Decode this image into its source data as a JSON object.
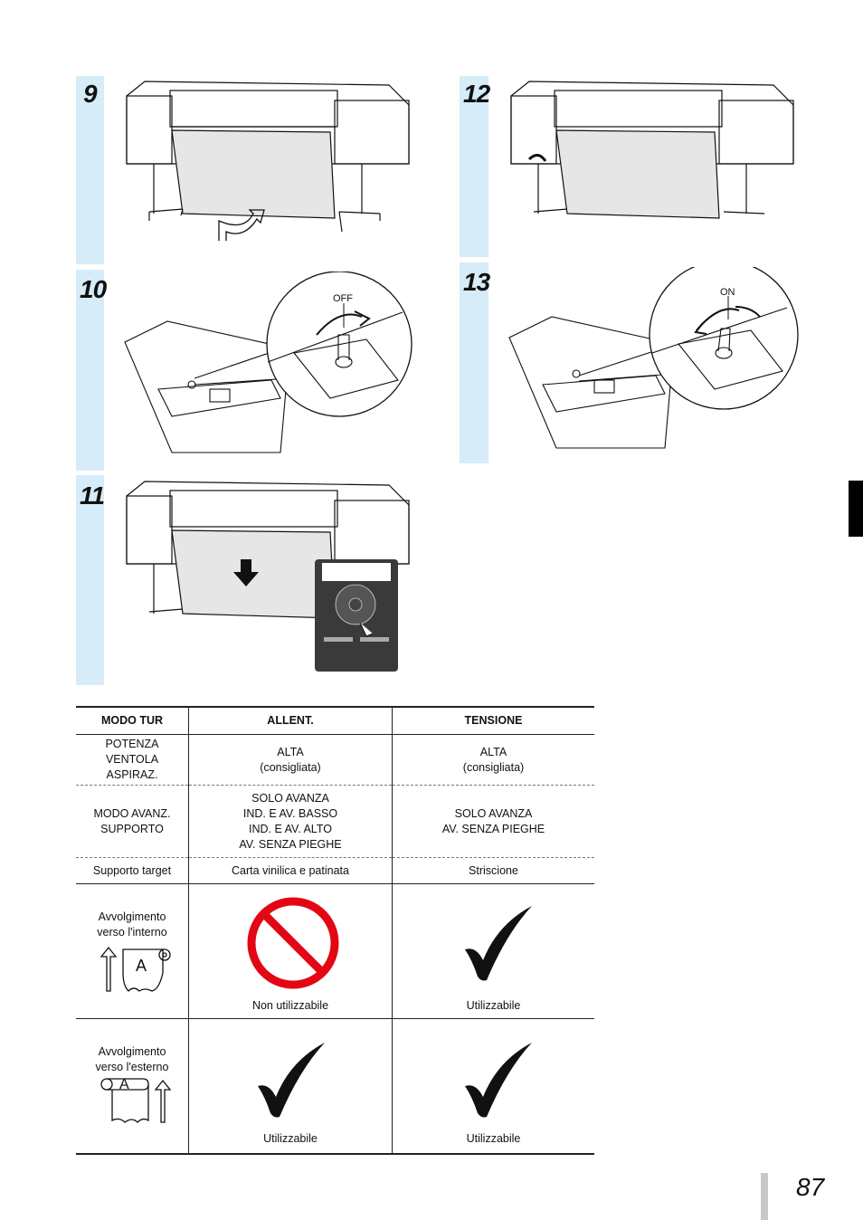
{
  "steps": [
    {
      "num": "9"
    },
    {
      "num": "10",
      "switch_label": "OFF"
    },
    {
      "num": "11"
    },
    {
      "num": "12"
    },
    {
      "num": "13",
      "switch_label": "ON"
    }
  ],
  "table": {
    "headers": [
      "MODO TUR",
      "ALLENT.",
      "TENSIONE"
    ],
    "rows": [
      {
        "label": [
          "POTENZA VENTOLA",
          "ASPIRAZ."
        ],
        "allent": [
          "ALTA",
          "(consigliata)"
        ],
        "tensione": [
          "ALTA",
          "(consigliata)"
        ]
      },
      {
        "label": [
          "MODO AVANZ.",
          "SUPPORTO"
        ],
        "allent": [
          "SOLO AVANZA",
          "IND. E AV. BASSO",
          "IND. E AV. ALTO",
          "AV. SENZA PIEGHE"
        ],
        "tensione": [
          "SOLO AVANZA",
          "AV. SENZA PIEGHE"
        ]
      },
      {
        "label": "Supporto target",
        "allent": "Carta vinilica e patinata",
        "tensione": "Striscione"
      },
      {
        "label": [
          "Avvolgimento",
          "verso l'interno"
        ],
        "icon_letter": "A",
        "allent": "Non utilizzabile",
        "allent_icon": "prohibited-icon",
        "tensione": "Utilizzabile",
        "tensione_icon": "checkmark-icon"
      },
      {
        "label": [
          "Avvolgimento",
          "verso l'esterno"
        ],
        "icon_letter": "A",
        "allent": "Utilizzabile",
        "allent_icon": "checkmark-icon",
        "tensione": "Utilizzabile",
        "tensione_icon": "checkmark-icon"
      }
    ]
  },
  "page_number": "87",
  "colors": {
    "step_bar": "#d6ecf8",
    "prohibited": "#e30613"
  }
}
